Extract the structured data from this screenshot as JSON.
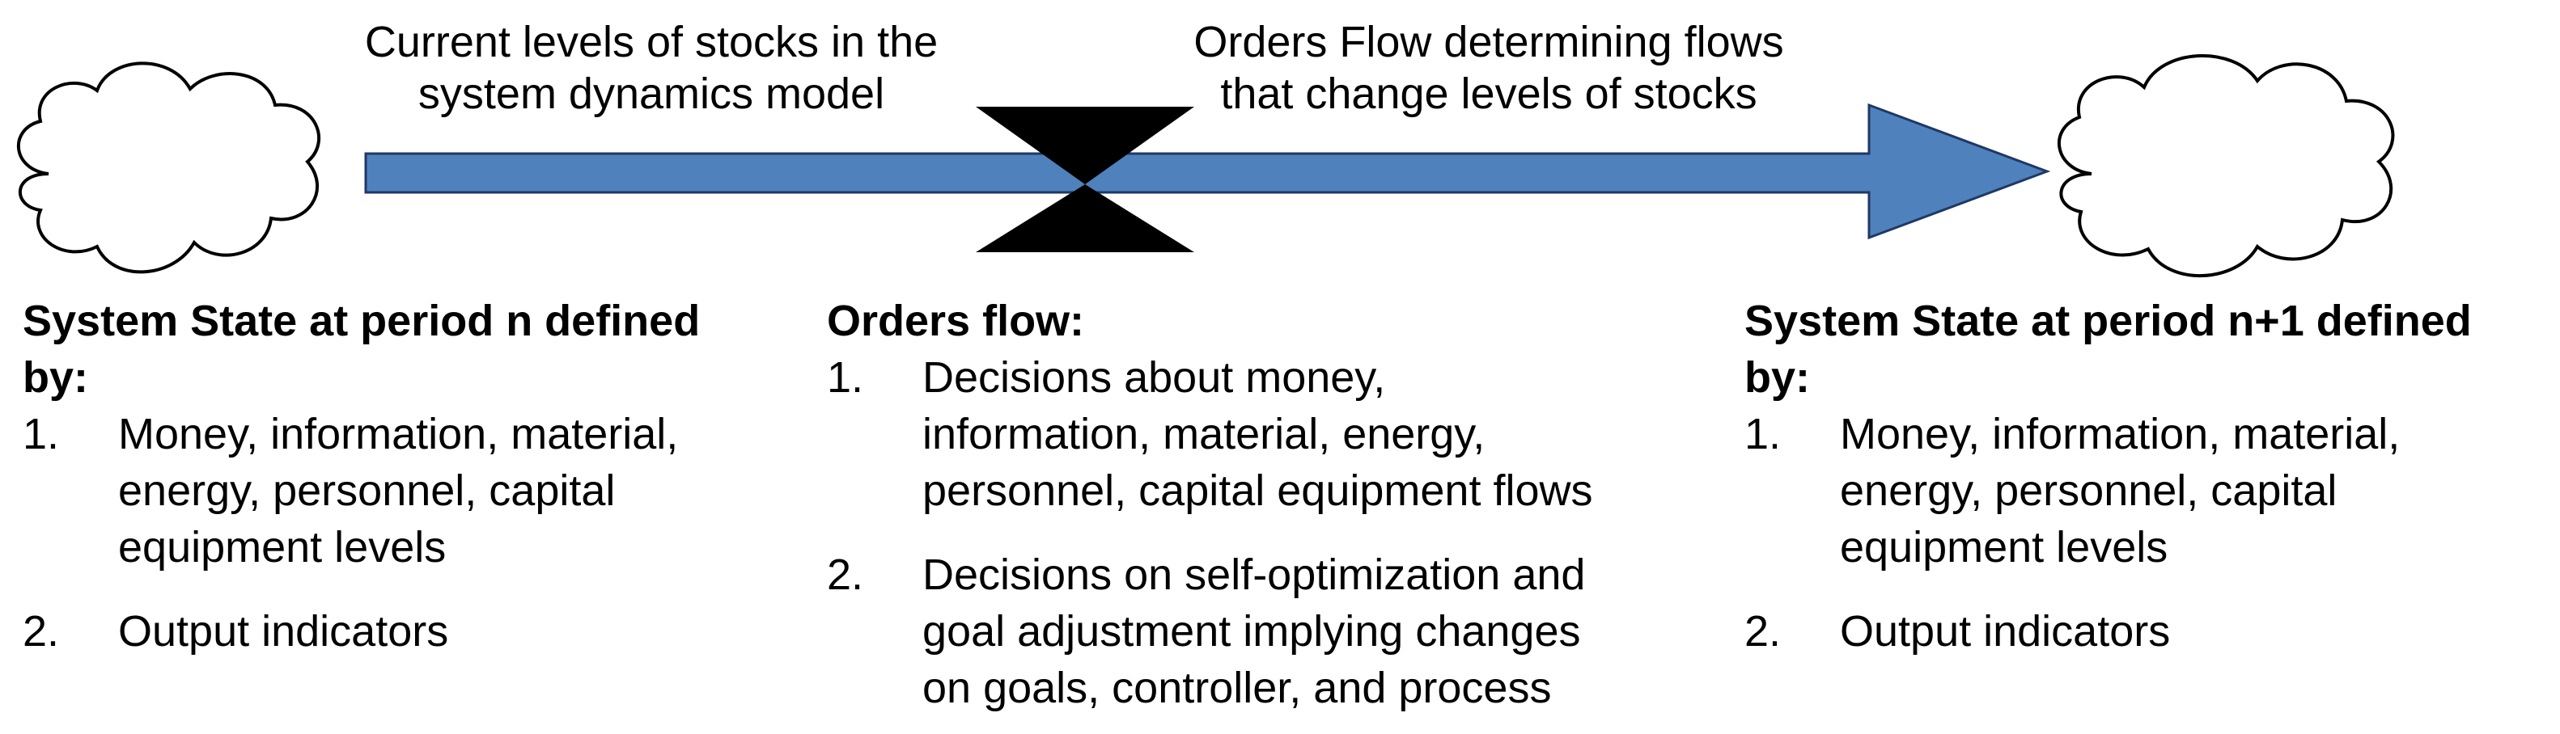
{
  "top_labels": {
    "stocks": {
      "lines": [
        "Current levels of stocks in the",
        "system dynamics model"
      ]
    },
    "flows": {
      "lines": [
        "Orders Flow determining flows",
        "that change levels of stocks"
      ]
    }
  },
  "panels": {
    "left": {
      "heading_lines": [
        "System State at period n defined",
        "by:"
      ],
      "items": [
        {
          "number": "1.",
          "lines": [
            "Money, information, material,",
            "energy, personnel, capital",
            "equipment levels"
          ]
        },
        {
          "number": "2.",
          "lines": [
            "Output indicators"
          ]
        }
      ]
    },
    "middle": {
      "heading_lines": [
        "Orders flow:"
      ],
      "items": [
        {
          "number": "1.",
          "lines": [
            "Decisions about money,",
            "information, material, energy,",
            "personnel, capital equipment flows"
          ]
        },
        {
          "number": "2.",
          "lines": [
            "Decisions on self-optimization and",
            "goal adjustment implying changes",
            "on goals, controller, and process"
          ]
        }
      ]
    },
    "right": {
      "heading_lines": [
        "System State at period n+1 defined",
        "by:"
      ],
      "items": [
        {
          "number": "1.",
          "lines": [
            "Money, information, material,",
            "energy, personnel, capital",
            "equipment levels"
          ]
        },
        {
          "number": "2.",
          "lines": [
            "Output indicators"
          ]
        }
      ]
    }
  },
  "colors": {
    "arrow_fill": "#4f81bd",
    "arrow_stroke": "#1f3864",
    "valve_fill": "#000000",
    "cloud_fill": "#ffffff",
    "cloud_stroke": "#000000"
  },
  "icons": {
    "source": "cloud-icon",
    "sink": "cloud-icon",
    "valve": "flow-valve-icon"
  }
}
